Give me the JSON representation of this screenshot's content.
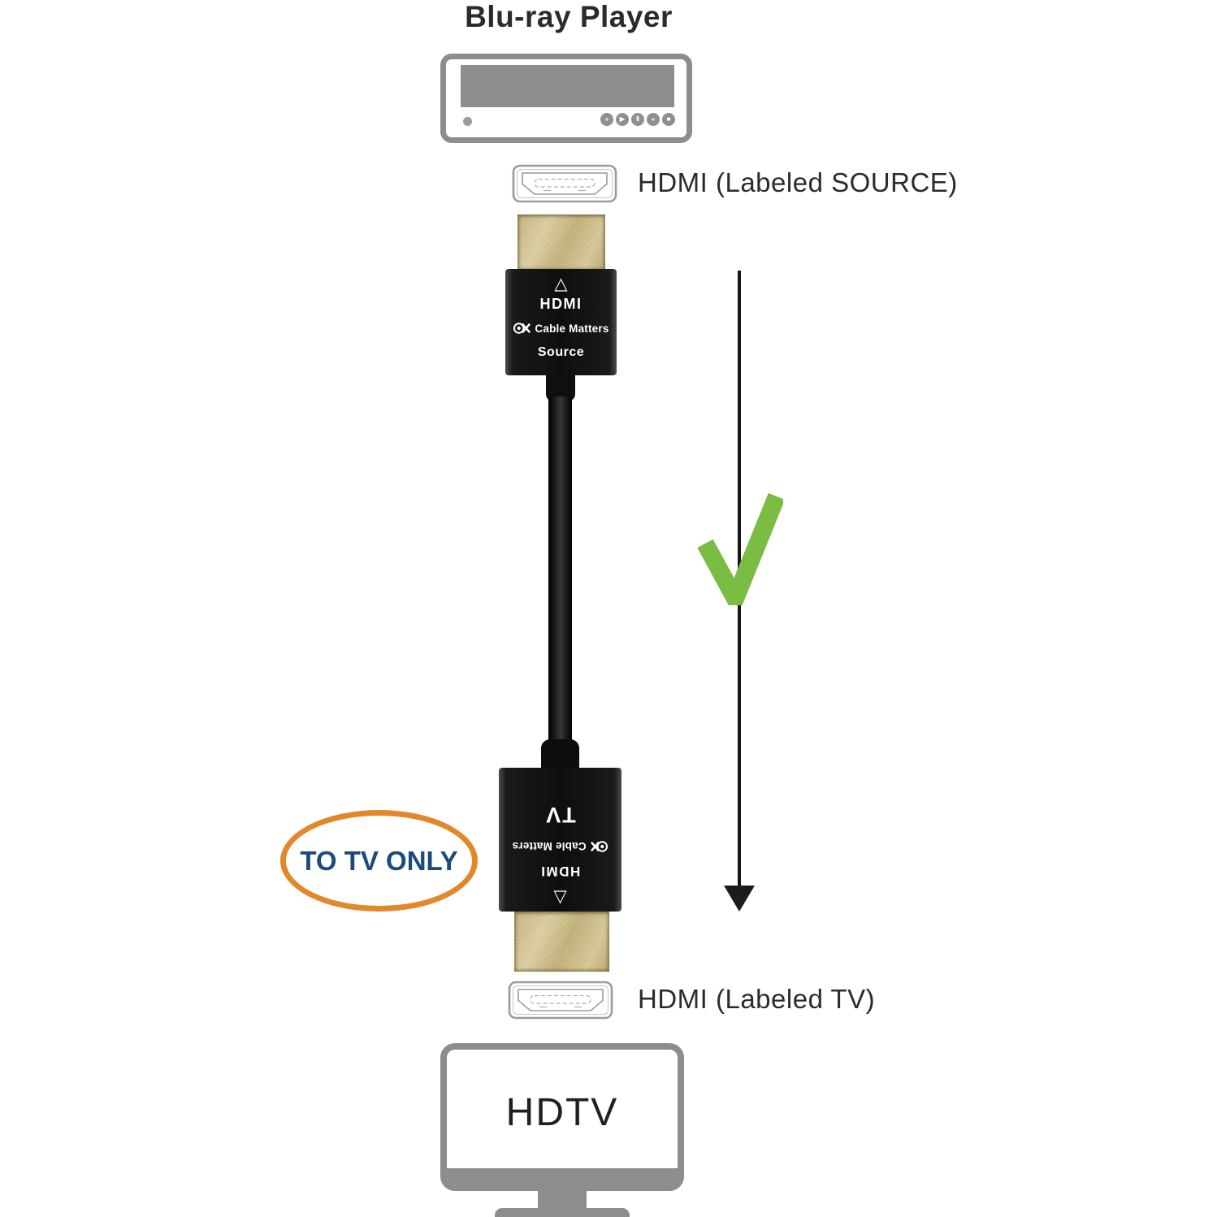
{
  "source_device": {
    "title": "Blu-ray Player",
    "buttons": [
      {
        "name": "fast-forward",
        "glyph": "»"
      },
      {
        "name": "play",
        "glyph": "▶"
      },
      {
        "name": "pause",
        "glyph": "Ⅱ"
      },
      {
        "name": "rewind",
        "glyph": "«"
      },
      {
        "name": "stop",
        "glyph": "■"
      }
    ]
  },
  "ports": {
    "source_label": "HDMI (Labeled SOURCE)",
    "tv_label": "HDMI (Labeled TV)"
  },
  "cable": {
    "top_connector": {
      "orientation_glyph": "△",
      "type_label": "HDMI",
      "brand": "Cable Matters",
      "end_label": "Source"
    },
    "bottom_connector": {
      "end_label": "TV",
      "brand": "Cable Matters",
      "type_label": "HDMI",
      "orientation_glyph": "△"
    }
  },
  "callout": {
    "to_tv_only": "TO TV ONLY"
  },
  "display_device": {
    "label": "HDTV"
  },
  "colors": {
    "check_green": "#7abd42",
    "ring_orange": "#e2882a",
    "callout_blue": "#1b4a7c",
    "device_gray": "#8d8d8d",
    "connector_black": "#141414",
    "plug_gold": "#cdbc85",
    "text_dark": "#2b2b2b"
  }
}
